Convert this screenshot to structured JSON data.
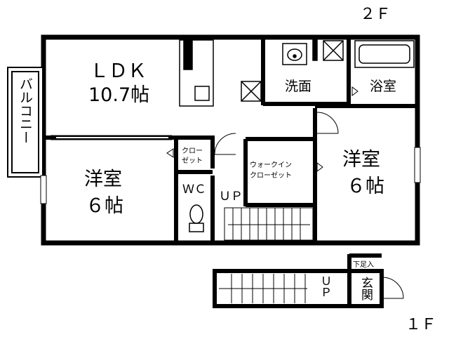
{
  "floor_labels": {
    "upper": "２Ｆ",
    "lower": "１Ｆ"
  },
  "rooms": {
    "ldk": {
      "name": "ＬＤＫ",
      "size": "10.7帖"
    },
    "balcony": "バルコニー",
    "washroom": "洗面",
    "bathroom": "浴室",
    "western_left": {
      "name": "洋室",
      "size": "６帖"
    },
    "western_right": {
      "name": "洋室",
      "size": "６帖"
    },
    "closet": {
      "line1": "クロー",
      "line2": "ゼット"
    },
    "walk_in": {
      "line1": "ウォークイン",
      "line2": "クローゼット"
    },
    "wc": "ＷＣ",
    "stairs_up_2f": "ＵＰ",
    "stairs_up_1f": "ＵＰ",
    "entrance": "玄関",
    "shoe_box": "下足入"
  },
  "colors": {
    "wall": "#000000",
    "background": "#ffffff",
    "fixture": "#555555"
  }
}
